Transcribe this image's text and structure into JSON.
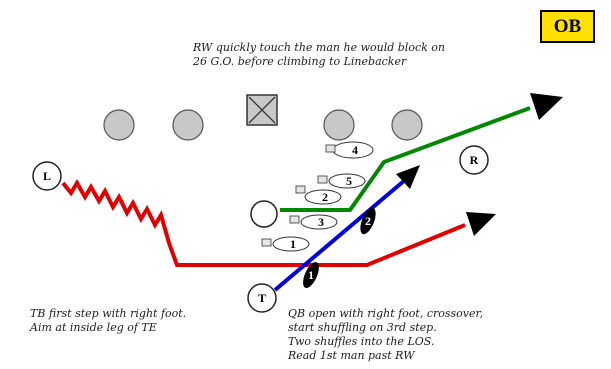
{
  "badge": {
    "text": "OB",
    "color": "#ffe000"
  },
  "notes": {
    "rw": [
      "RW quickly touch the man he would block on",
      "26 G.O. before climbing to Linebacker"
    ],
    "tb": [
      "TB first step with right foot.",
      "Aim at inside leg of TE"
    ],
    "qb": [
      "QB open with right foot, crossover,",
      "start shuffling on 3rd step.",
      "Two shuffles into the LOS.",
      "Read 1st man past RW"
    ]
  },
  "players": {
    "left": "L",
    "right": "R",
    "tight_end": "T"
  },
  "qb_steps": [
    "1",
    "2",
    "3",
    "4",
    "5"
  ],
  "tb_steps": [
    "1",
    "2"
  ],
  "colors": {
    "lineman": "#c8c8c8",
    "red_route": "#e00000",
    "green_route": "#008800",
    "blue_route": "#0000dd",
    "arrowhead": "#000000",
    "badge": "#ffe000"
  },
  "icons": {
    "center": "center-square-x-icon",
    "linemen": "lineman-circle-icon",
    "footprints": "footprint-icon"
  }
}
